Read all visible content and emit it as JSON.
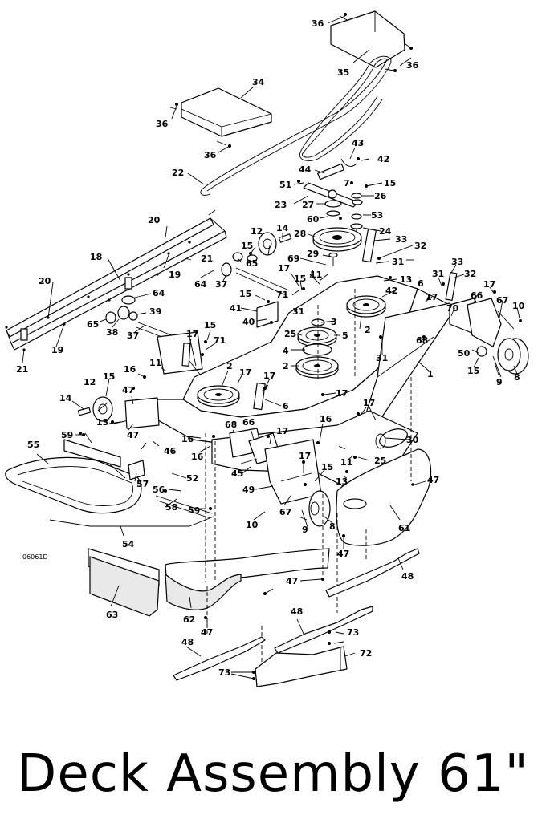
{
  "title": "Deck Assembly 61\"",
  "drawing_code": "06061D",
  "callouts": [
    "1",
    "2",
    "3",
    "4",
    "5",
    "6",
    "7",
    "8",
    "9",
    "10",
    "11",
    "12",
    "13",
    "14",
    "15",
    "16",
    "17",
    "18",
    "19",
    "20",
    "21",
    "22",
    "23",
    "24",
    "25",
    "26",
    "27",
    "28",
    "29",
    "30",
    "31",
    "32",
    "33",
    "34",
    "35",
    "36",
    "37",
    "38",
    "39",
    "40",
    "41",
    "42",
    "43",
    "44",
    "45",
    "46",
    "47",
    "48",
    "49",
    "50",
    "51",
    "52",
    "53",
    "54",
    "55",
    "56",
    "57",
    "58",
    "59",
    "60",
    "61",
    "62",
    "63",
    "64",
    "65",
    "66",
    "67",
    "68",
    "69",
    "70",
    "71",
    "72",
    "73"
  ]
}
